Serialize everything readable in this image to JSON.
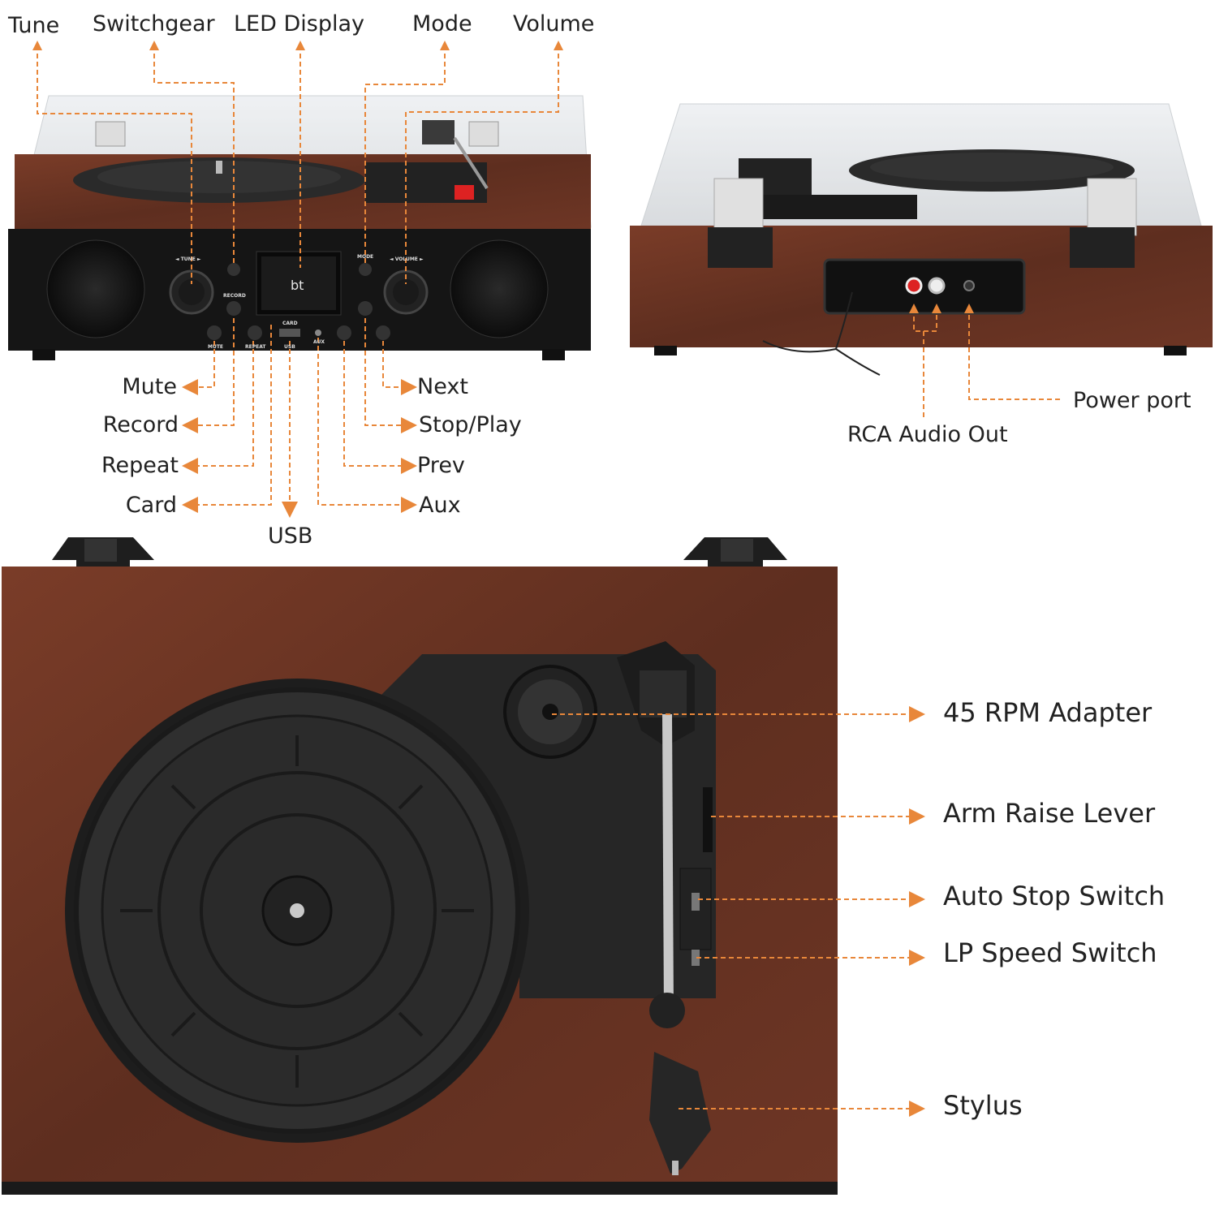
{
  "colors": {
    "callout": "#e8873a",
    "wood": "#6b3424",
    "wood_dark": "#4a2218",
    "panel": "#151515",
    "platter": "#2b2b2b"
  },
  "front_view": {
    "top_labels": {
      "tune": "Tune",
      "switchgear": "Switchgear",
      "led_display": "LED Display",
      "mode": "Mode",
      "volume": "Volume"
    },
    "left_labels": {
      "mute": "Mute",
      "record": "Record",
      "repeat": "Repeat",
      "card": "Card"
    },
    "bottom_label": {
      "usb": "USB"
    },
    "right_labels": {
      "next": "Next",
      "stop_play": "Stop/Play",
      "prev": "Prev",
      "aux": "Aux"
    },
    "panel_text": {
      "tune": "◄ TUNE ►",
      "record": "RECORD",
      "mode": "MODE",
      "volume": "◄ VOLUME ►",
      "mute": "MUTE",
      "repeat": "REPEAT",
      "card": "CARD",
      "usb": "USB",
      "aux": "AUX",
      "display": "bt"
    }
  },
  "back_view": {
    "labels": {
      "rca_audio_out": "RCA Audio Out",
      "power_port": "Power port"
    }
  },
  "top_view": {
    "labels": {
      "rpm_adapter": "45 RPM Adapter",
      "arm_raise_lever": "Arm Raise Lever",
      "auto_stop_switch": "Auto Stop Switch",
      "lp_speed_switch": "LP Speed Switch",
      "stylus": "Stylus"
    }
  }
}
